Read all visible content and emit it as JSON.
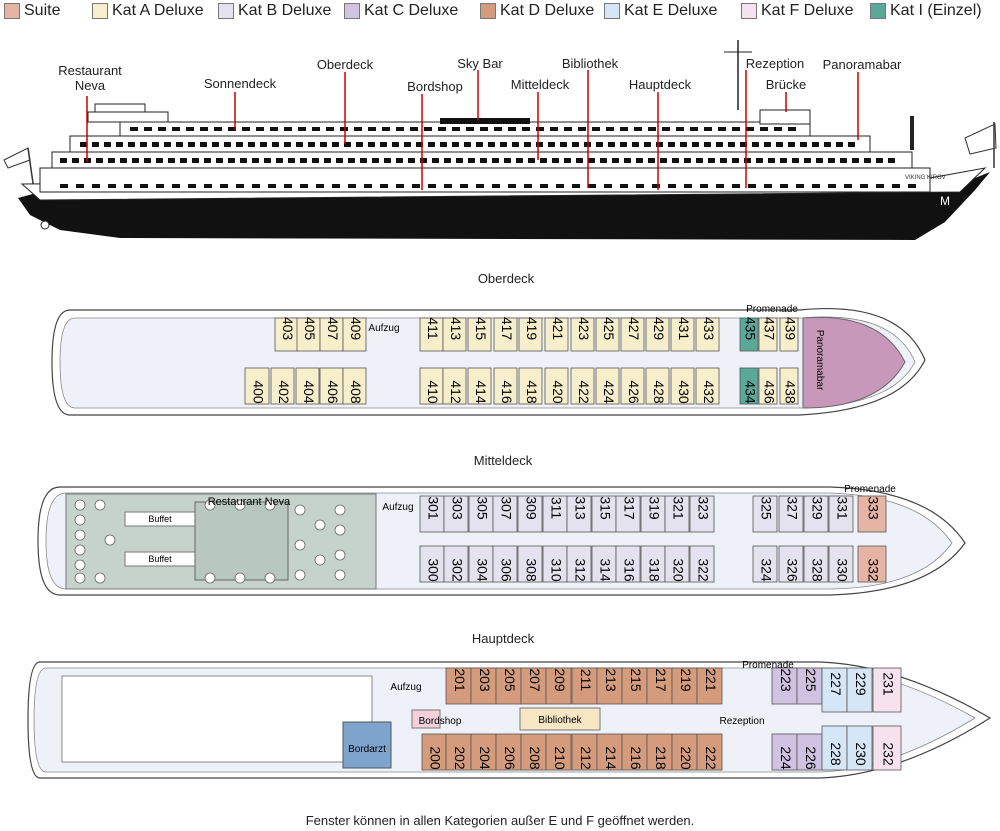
{
  "legend": [
    {
      "label": "Suite",
      "color": "#e6b4a4"
    },
    {
      "label": "Kat A Deluxe",
      "color": "#f7eecb"
    },
    {
      "label": "Kat B Deluxe",
      "color": "#e4e2ee"
    },
    {
      "label": "Kat C Deluxe",
      "color": "#d0c3e2"
    },
    {
      "label": "Kat D Deluxe",
      "color": "#d49c7c"
    },
    {
      "label": "Kat E Deluxe",
      "color": "#d5e6f6"
    },
    {
      "label": "Kat F Deluxe",
      "color": "#f6e2ee"
    },
    {
      "label": "Kat I (Einzel)",
      "color": "#5aa898"
    }
  ],
  "ship_labels": {
    "restaurant_neva": "Restaurant\nNeva",
    "sonnendeck": "Sonnendeck",
    "oberdeck": "Oberdeck",
    "sky_bar": "Sky Bar",
    "bordshop": "Bordshop",
    "mitteldeck": "Mitteldeck",
    "bibliothek": "Bibliothek",
    "hauptdeck": "Hauptdeck",
    "rezeption": "Rezeption",
    "bruecke": "Brücke",
    "panoramabar": "Panoramabar",
    "ship_name": "VIKING KIROV"
  },
  "decks": {
    "oberdeck": {
      "title": "Oberdeck",
      "cabins_top": [
        "403",
        "405",
        "407",
        "409",
        "411",
        "413",
        "415",
        "417",
        "419",
        "421",
        "423",
        "425",
        "427",
        "429",
        "431",
        "433",
        "435",
        "437",
        "439"
      ],
      "cabins_bottom": [
        "400",
        "402",
        "404",
        "406",
        "408",
        "410",
        "412",
        "414",
        "416",
        "418",
        "420",
        "422",
        "424",
        "426",
        "428",
        "430",
        "432",
        "434",
        "436",
        "438"
      ],
      "aufzug": "Aufzug",
      "promenade": "Promenade",
      "panoramabar": "Panoramabar"
    },
    "mitteldeck": {
      "title": "Mitteldeck",
      "cabins_top": [
        "301",
        "303",
        "305",
        "307",
        "309",
        "311",
        "313",
        "315",
        "317",
        "319",
        "321",
        "323",
        "325",
        "327",
        "329",
        "331",
        "333"
      ],
      "cabins_bottom": [
        "300",
        "302",
        "304",
        "306",
        "308",
        "310",
        "312",
        "314",
        "316",
        "318",
        "320",
        "322",
        "324",
        "326",
        "328",
        "330",
        "332"
      ],
      "aufzug": "Aufzug",
      "promenade": "Promenade",
      "restaurant": "Restaurant Neva",
      "buffet_top": "Buffet",
      "buffet_bottom": "Buffet"
    },
    "hauptdeck": {
      "title": "Hauptdeck",
      "cabins_top": [
        "201",
        "203",
        "205",
        "207",
        "209",
        "211",
        "213",
        "215",
        "217",
        "219",
        "221",
        "223",
        "225",
        "227",
        "229",
        "231"
      ],
      "cabins_bottom": [
        "200",
        "202",
        "204",
        "206",
        "208",
        "210",
        "212",
        "214",
        "216",
        "218",
        "220",
        "222",
        "224",
        "226",
        "228",
        "230",
        "232"
      ],
      "aufzug": "Aufzug",
      "promenade": "Promenade",
      "bordshop": "Bordshop",
      "bibliothek": "Bibliothek",
      "rezeption": "Rezeption",
      "bordarzt": "Bordarzt"
    }
  },
  "footer": "Fenster können in allen Kategorien außer E und F geöffnet werden."
}
